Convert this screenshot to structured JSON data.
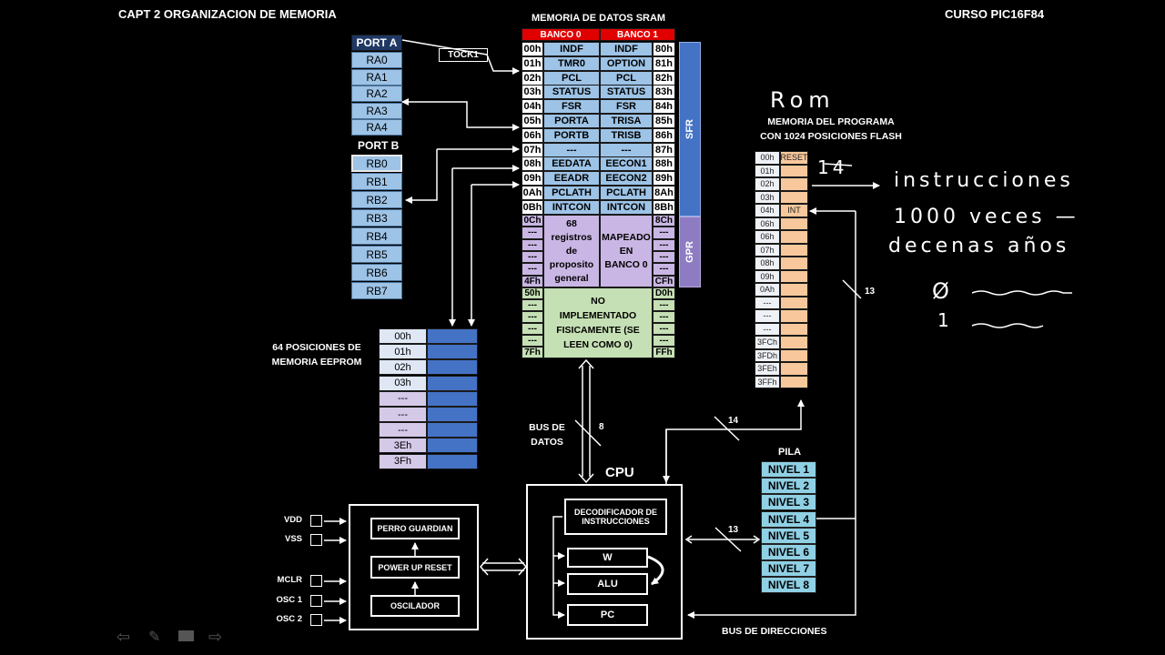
{
  "header": {
    "left": "CAPT 2 ORGANIZACION DE MEMORIA",
    "right": "CURSO PIC16F84"
  },
  "sram": {
    "title": "MEMORIA DE DATOS SRAM",
    "bank0": "BANCO 0",
    "bank1": "BANCO 1",
    "sfr_rows": [
      [
        "00h",
        "INDF",
        "INDF",
        "80h"
      ],
      [
        "01h",
        "TMR0",
        "OPTION",
        "81h"
      ],
      [
        "02h",
        "PCL",
        "PCL",
        "82h"
      ],
      [
        "03h",
        "STATUS",
        "STATUS",
        "83h"
      ],
      [
        "04h",
        "FSR",
        "FSR",
        "84h"
      ],
      [
        "05h",
        "PORTA",
        "TRISA",
        "85h"
      ],
      [
        "06h",
        "PORTB",
        "TRISB",
        "86h"
      ],
      [
        "07h",
        "---",
        "---",
        "87h"
      ],
      [
        "08h",
        "EEDATA",
        "EECON1",
        "88h"
      ],
      [
        "09h",
        "EEADR",
        "EECON2",
        "89h"
      ],
      [
        "0Ah",
        "PCLATH",
        "PCLATH",
        "8Ah"
      ],
      [
        "0Bh",
        "INTCON",
        "INTCON",
        "8Bh"
      ]
    ],
    "gpr_left_addr": [
      "0Ch",
      "---",
      "---",
      "---",
      "---",
      "4Fh"
    ],
    "gpr_right_addr": [
      "8Ch",
      "---",
      "---",
      "---",
      "---",
      "CFh"
    ],
    "gpr_text": "68 registros de proposito general",
    "gpr_mapped": "MAPEADO EN BANCO 0",
    "ni_left_addr": [
      "50h",
      "---",
      "---",
      "---",
      "---",
      "7Fh"
    ],
    "ni_right_addr": [
      "D0h",
      "---",
      "---",
      "---",
      "---",
      "FFh"
    ],
    "ni_text": "NO IMPLEMENTADO FISICAMENTE (SE LEEN COMO 0)",
    "sfr_label": "SFR",
    "gpr_label": "GPR"
  },
  "port_a": {
    "label": "PORT A",
    "pins": [
      "RA0",
      "RA1",
      "RA2",
      "RA3",
      "RA4"
    ]
  },
  "port_b": {
    "label": "PORT B",
    "pins": [
      "RB0",
      "RB1",
      "RB2",
      "RB3",
      "RB4",
      "RB5",
      "RB6",
      "RB7"
    ]
  },
  "tock1": "TOCK1",
  "eeprom": {
    "label": "64 POSICIONES DE MEMORIA  EEPROM",
    "addrs": [
      "00h",
      "01h",
      "02h",
      "03h",
      "---",
      "---",
      "---",
      "3Eh",
      "3Fh"
    ]
  },
  "rom": {
    "handwritten": "Rom",
    "label": "MEMORIA DEL PROGRAMA CON 1024 POSICIONES FLASH",
    "addrs": [
      "00h",
      "01h",
      "02h",
      "03h",
      "04h",
      "06h",
      "06h",
      "07h",
      "08h",
      "09h",
      "0Ah",
      "---",
      "---",
      "---",
      "3FCh",
      "3FDh",
      "3FEh",
      "3FFh"
    ],
    "data": [
      "RESET",
      "",
      "",
      "",
      "INT",
      "",
      "",
      "",
      "",
      "",
      "",
      "",
      "",
      "",
      "",
      "",
      "",
      ""
    ]
  },
  "notes": {
    "n14": "14",
    "line1": "instrucciones",
    "line2": "1000 veces —",
    "line3": "decenas años",
    "zero": "Ø",
    "one": "1"
  },
  "bus_labels": {
    "datos": "BUS DE DATOS",
    "datos_width": "8",
    "direcciones": "BUS DE DIRECCIONES",
    "w13a": "13",
    "w14": "14",
    "w13b": "13"
  },
  "cpu": {
    "label": "CPU",
    "decoder": "DECODIFICADOR DE INSTRUCCIONES",
    "w": "W",
    "alu": "ALU",
    "pc": "PC"
  },
  "stack": {
    "label": "PILA",
    "levels": [
      "NIVEL 1",
      "NIVEL 2",
      "NIVEL 3",
      "NIVEL 4",
      "NIVEL 5",
      "NIVEL 6",
      "NIVEL 7",
      "NIVEL 8"
    ]
  },
  "control": {
    "watchdog": "PERRO GUARDIAN",
    "power_reset": "POWER UP RESET",
    "osc": "OSCILADOR"
  },
  "pins": [
    "VDD",
    "VSS",
    "MCLR",
    "OSC 1",
    "OSC 2"
  ],
  "colors": {
    "sfr_blue": "#9dc3e6",
    "gpr_purple": "#c9b6e4",
    "ni_green": "#c5e0b4",
    "bank_red": "#e00000",
    "rom_orange": "#f8c89c",
    "stack_cyan": "#8fd0e4"
  }
}
